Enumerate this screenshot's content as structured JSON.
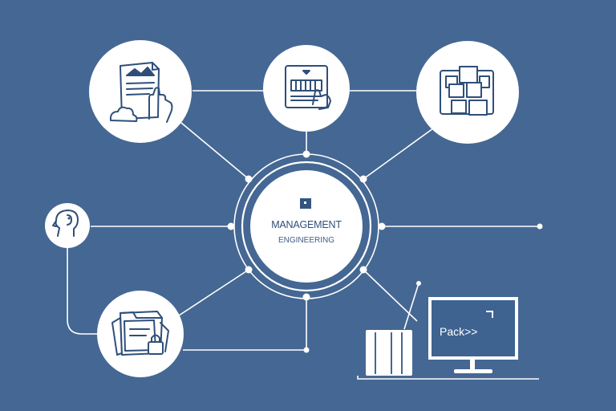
{
  "colors": {
    "background": "#456793",
    "line": "#ffffff",
    "node_fill": "#ffffff",
    "icon_stroke": "#2f4f79",
    "monitor_screen": "#3e6390",
    "accent_dark": "#33557f"
  },
  "hub": {
    "title": "MANAGEMENT",
    "subtitle": "ENGINEERING"
  },
  "monitor": {
    "screen_text": "Pack>>"
  },
  "nodes": [
    {
      "name": "document-hand-node",
      "icon": "document-hand-icon"
    },
    {
      "name": "server-rack-node",
      "icon": "server-hand-icon"
    },
    {
      "name": "modules-grid-node",
      "icon": "modules-grid-icon"
    },
    {
      "name": "head-profile-node",
      "icon": "head-profile-icon"
    },
    {
      "name": "folders-lock-node",
      "icon": "folders-lock-icon"
    }
  ]
}
